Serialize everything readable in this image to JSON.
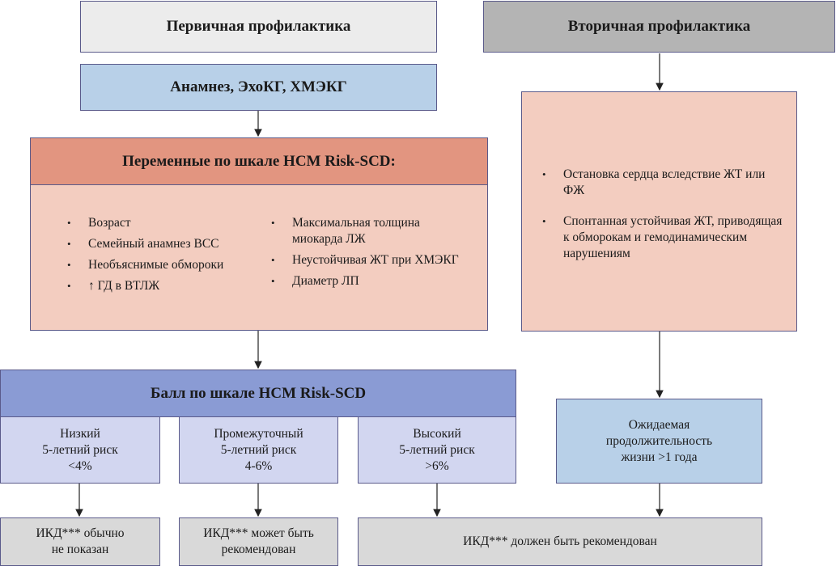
{
  "primary": {
    "title": "Первичная профилактика"
  },
  "secondary": {
    "title": "Вторичная профилактика"
  },
  "anamnesis": {
    "label": "Анамнез, ЭхоКГ, ХМЭКГ"
  },
  "variables": {
    "title": "Переменные по шкале HCM Risk-SCD:",
    "left_items": [
      "Возраст",
      "Семейный анамнез ВСС",
      "Необъяснимые обмороки",
      "↑ ГД в ВТЛЖ"
    ],
    "right_items": [
      "Максимальная толщина миокарда ЛЖ",
      "Неустойчивая ЖТ при ХМЭКГ",
      "Диаметр ЛП"
    ]
  },
  "secondary_criteria": {
    "items": [
      "Остановка сердца вследствие ЖТ или ФЖ",
      "Спонтанная устойчивая ЖТ, приводящая к обморокам и гемодинамическим нарушениям"
    ]
  },
  "score": {
    "title": "Балл по шкале HCM Risk-SCD",
    "low": {
      "l1": "Низкий",
      "l2": "5-летний риск",
      "l3": "<4%"
    },
    "mid": {
      "l1": "Промежуточный",
      "l2": "5-летний риск",
      "l3": "4-6%"
    },
    "high": {
      "l1": "Высокий",
      "l2": "5-летний риск",
      "l3": ">6%"
    }
  },
  "life": {
    "l1": "Ожидаемая",
    "l2": "продолжительность",
    "l3": "жизни >1 года"
  },
  "icd": {
    "not_shown": {
      "l1": "ИКД*** обычно",
      "l2": "не показан"
    },
    "may_be": {
      "l1": "ИКД*** может быть",
      "l2": "рекомендован"
    },
    "must_be": "ИКД*** должен быть рекомендован"
  }
}
